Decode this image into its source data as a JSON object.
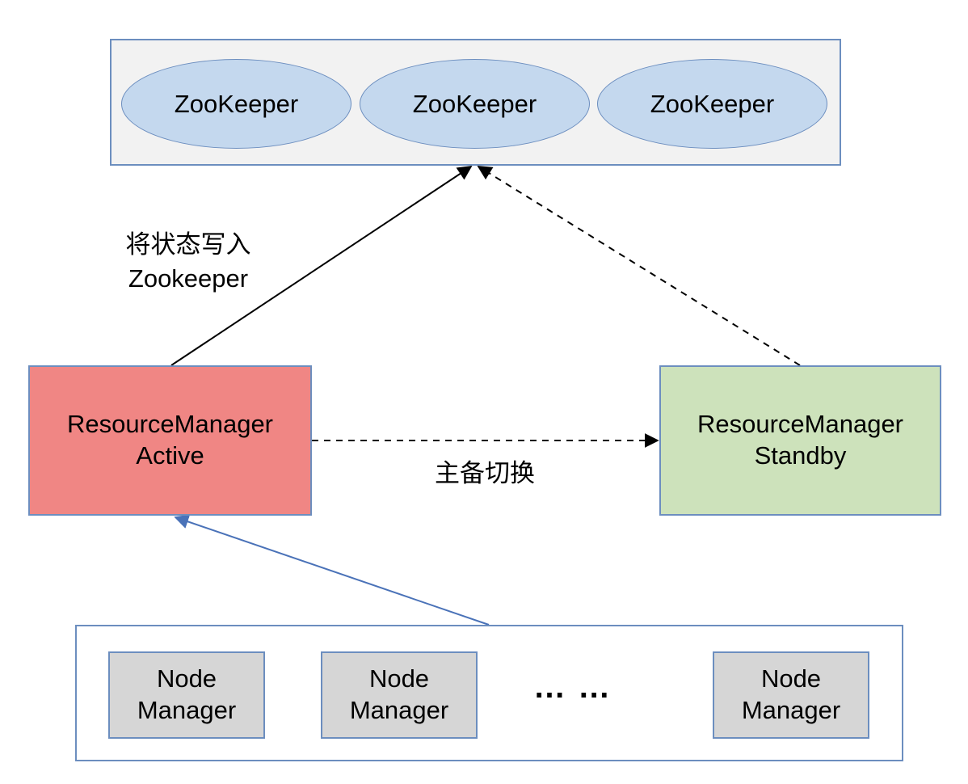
{
  "zookeeper_cluster": {
    "nodes": [
      "ZooKeeper",
      "ZooKeeper",
      "ZooKeeper"
    ]
  },
  "resource_managers": {
    "active": {
      "line1": "ResourceManager",
      "line2": "Active"
    },
    "standby": {
      "line1": "ResourceManager",
      "line2": "Standby"
    }
  },
  "edges": {
    "write_state": {
      "line1": "将状态写入",
      "line2": "Zookeeper"
    },
    "failover": "主备切换"
  },
  "node_managers": {
    "items": [
      {
        "line1": "Node",
        "line2": "Manager"
      },
      {
        "line1": "Node",
        "line2": "Manager"
      },
      {
        "line1": "Node",
        "line2": "Manager"
      }
    ],
    "ellipsis": "… …"
  },
  "colors": {
    "border": "#6c8ebf",
    "zk_fill": "#c4d8ee",
    "zk_group_fill": "#f2f2f2",
    "active_fill": "#f08684",
    "standby_fill": "#cde2bb",
    "node_fill": "#d6d6d6",
    "nm_arrow": "#4a72b8"
  }
}
